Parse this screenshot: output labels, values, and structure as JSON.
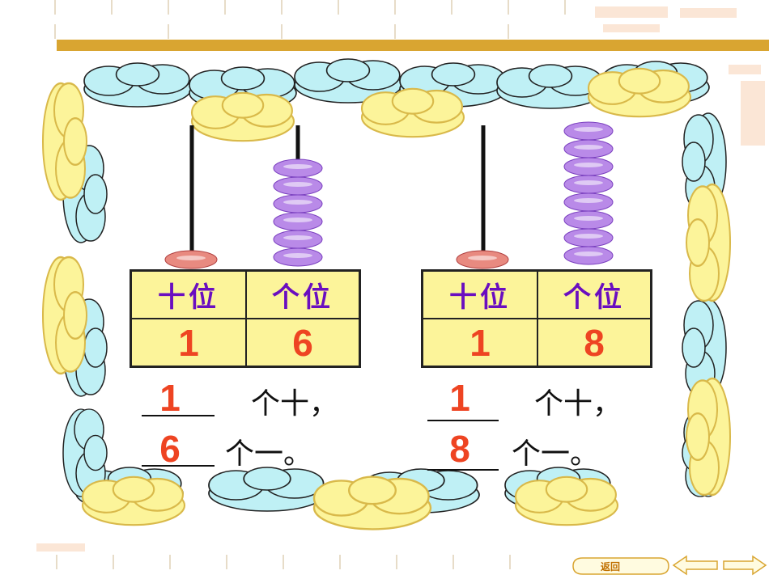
{
  "header_bar_color": "#d9a531",
  "abacus_left": {
    "tens_label": "十位",
    "ones_label": "个位",
    "tens_value": "1",
    "ones_value": "6",
    "ones_bead_count": 6,
    "tens_bead_count": 1
  },
  "abacus_right": {
    "tens_label": "十位",
    "ones_label": "个位",
    "tens_value": "1",
    "ones_value": "8",
    "ones_bead_count": 8,
    "tens_bead_count": 1
  },
  "answer_left": {
    "tens_answer": "1",
    "tens_unit": "个十，",
    "ones_answer": "6",
    "ones_unit": "个一。"
  },
  "answer_right": {
    "tens_answer": "1",
    "tens_unit": "个十，",
    "ones_answer": "8",
    "ones_unit": "个一。"
  },
  "nav": {
    "back_label": "返回",
    "prev_icon": "left-arrow-icon",
    "next_icon": "right-arrow-icon"
  },
  "colors": {
    "cloud_blue": "#bff0f5",
    "cloud_yellow": "#fcf49a",
    "bead_purple": "#b98ae8",
    "bead_red": "#e88a80",
    "table_fill": "#fcf49a",
    "header_text": "#6a0ec0",
    "number_text": "#ee4422"
  }
}
